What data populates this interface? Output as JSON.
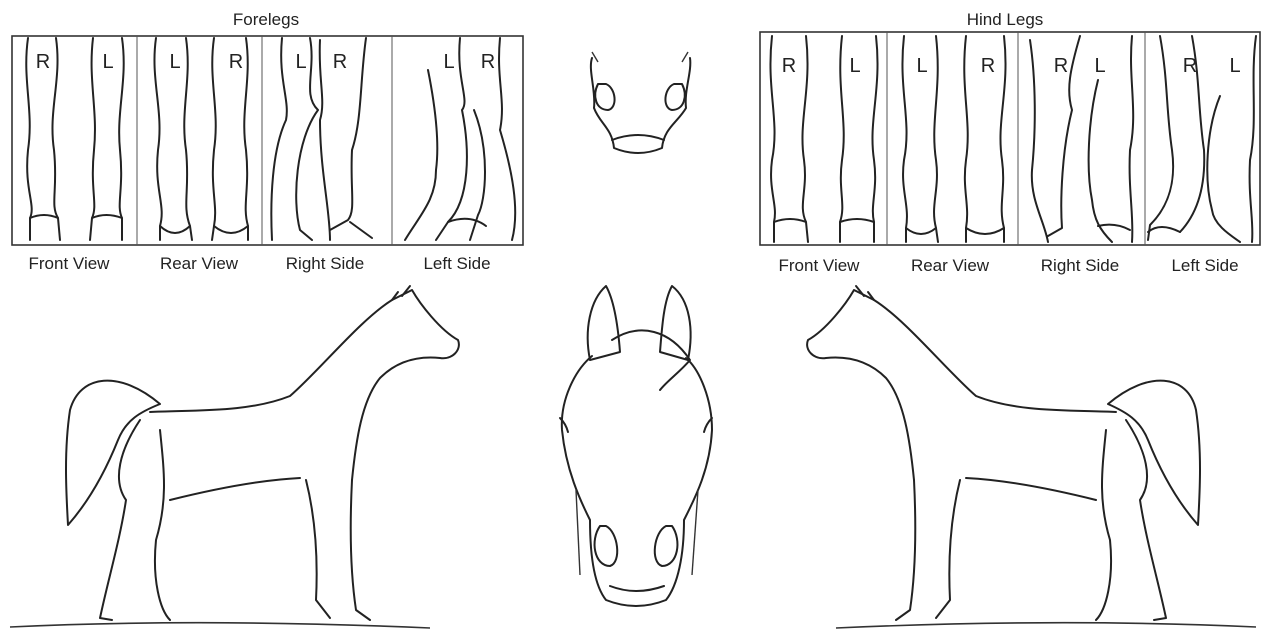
{
  "forelegs": {
    "title": "Forelegs",
    "panels": [
      {
        "label": "Front View",
        "left": "R",
        "right": "L"
      },
      {
        "label": "Rear View",
        "left": "L",
        "right": "R"
      },
      {
        "label": "Right Side",
        "left": "L",
        "right": "R"
      },
      {
        "label": "Left Side",
        "left": "L",
        "right": "R"
      }
    ]
  },
  "hind_legs": {
    "title": "Hind Legs",
    "panels": [
      {
        "label": "Front View",
        "left": "R",
        "right": "L"
      },
      {
        "label": "Rear View",
        "left": "L",
        "right": "R"
      },
      {
        "label": "Right Side",
        "left": "R",
        "right": "L"
      },
      {
        "label": "Left Side",
        "left": "R",
        "right": "L"
      }
    ]
  }
}
